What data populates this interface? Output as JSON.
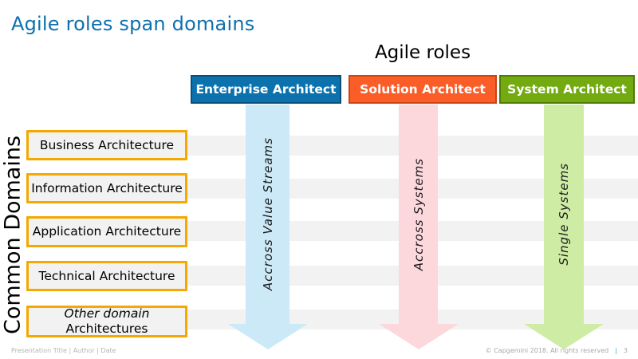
{
  "slide": {
    "title": "Agile roles span domains",
    "agile_roles_heading": "Agile roles",
    "roles": [
      {
        "label": "Enterprise Architect",
        "header_color": "#0b72ae",
        "header_border_color": "#0a4e79",
        "arrow_color": "#cbe9f6",
        "arrow_label": "Accross Value Streams"
      },
      {
        "label": "Solution Architect",
        "header_color": "#fb5d29",
        "header_border_color": "#cb4513",
        "arrow_color": "#fcd7dc",
        "arrow_label": "Accross Systems"
      },
      {
        "label": "System Architect",
        "header_color": "#72aa10",
        "header_border_color": "#4f7a08",
        "arrow_color": "#cfeca4",
        "arrow_label": "Single Systems"
      }
    ],
    "domains_heading": "Common Domains",
    "domains": [
      {
        "label": "Business Architecture"
      },
      {
        "label": "Information Architecture"
      },
      {
        "label": "Application Architecture"
      },
      {
        "label": "Technical Architecture"
      },
      {
        "label": "Other domain",
        "label2": "Architectures"
      }
    ],
    "colors": {
      "title_blue": "#0e6fad",
      "domain_box_border_yellow": "#f5a800",
      "domain_box_background": "#f2f2f2",
      "row_band_gray": "#f2f2f2",
      "footer_separator_blue": "#29a8df"
    },
    "footer": {
      "left": "Presentation Title | Author | Date",
      "copyright": "© Capgemini  2018. All rights reserved",
      "separator": "|",
      "page": "3"
    }
  }
}
